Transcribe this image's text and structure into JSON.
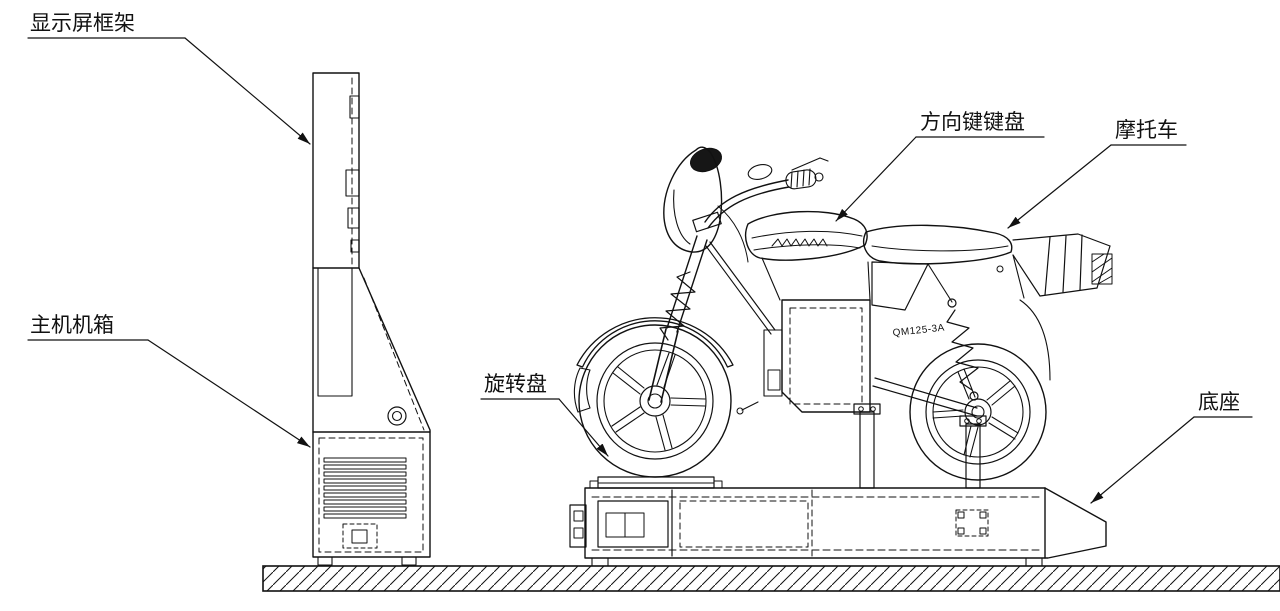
{
  "diagram": {
    "background_color": "#ffffff",
    "line_color": "#111111",
    "labels": {
      "display_frame": "显示屏框架",
      "main_cabinet": "主机机箱",
      "direction_keypad": "方向键键盘",
      "motorcycle": "摩托车",
      "rotary_disc": "旋转盘",
      "base": "底座"
    },
    "bike_model_text": "QM125-3A"
  }
}
